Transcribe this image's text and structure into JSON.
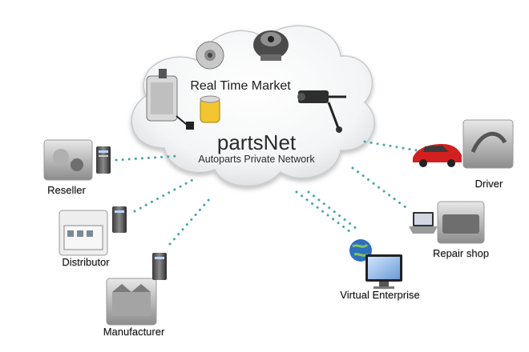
{
  "cloud": {
    "market_label": "Real Time Market",
    "network_name": "partsNet",
    "network_subtitle": "Autoparts Private Network"
  },
  "nodes": {
    "reseller": "Reseller",
    "distributor": "Distributor",
    "manufacturer": "Manufacturer",
    "virtual_enterprise": "Virtual Enterprise",
    "repair_shop": "Repair shop",
    "driver": "Driver"
  },
  "colors": {
    "connector_dots": "#4aa7a5",
    "car": "#d41f1f",
    "cloud_shadow": "#b9bcc0"
  }
}
